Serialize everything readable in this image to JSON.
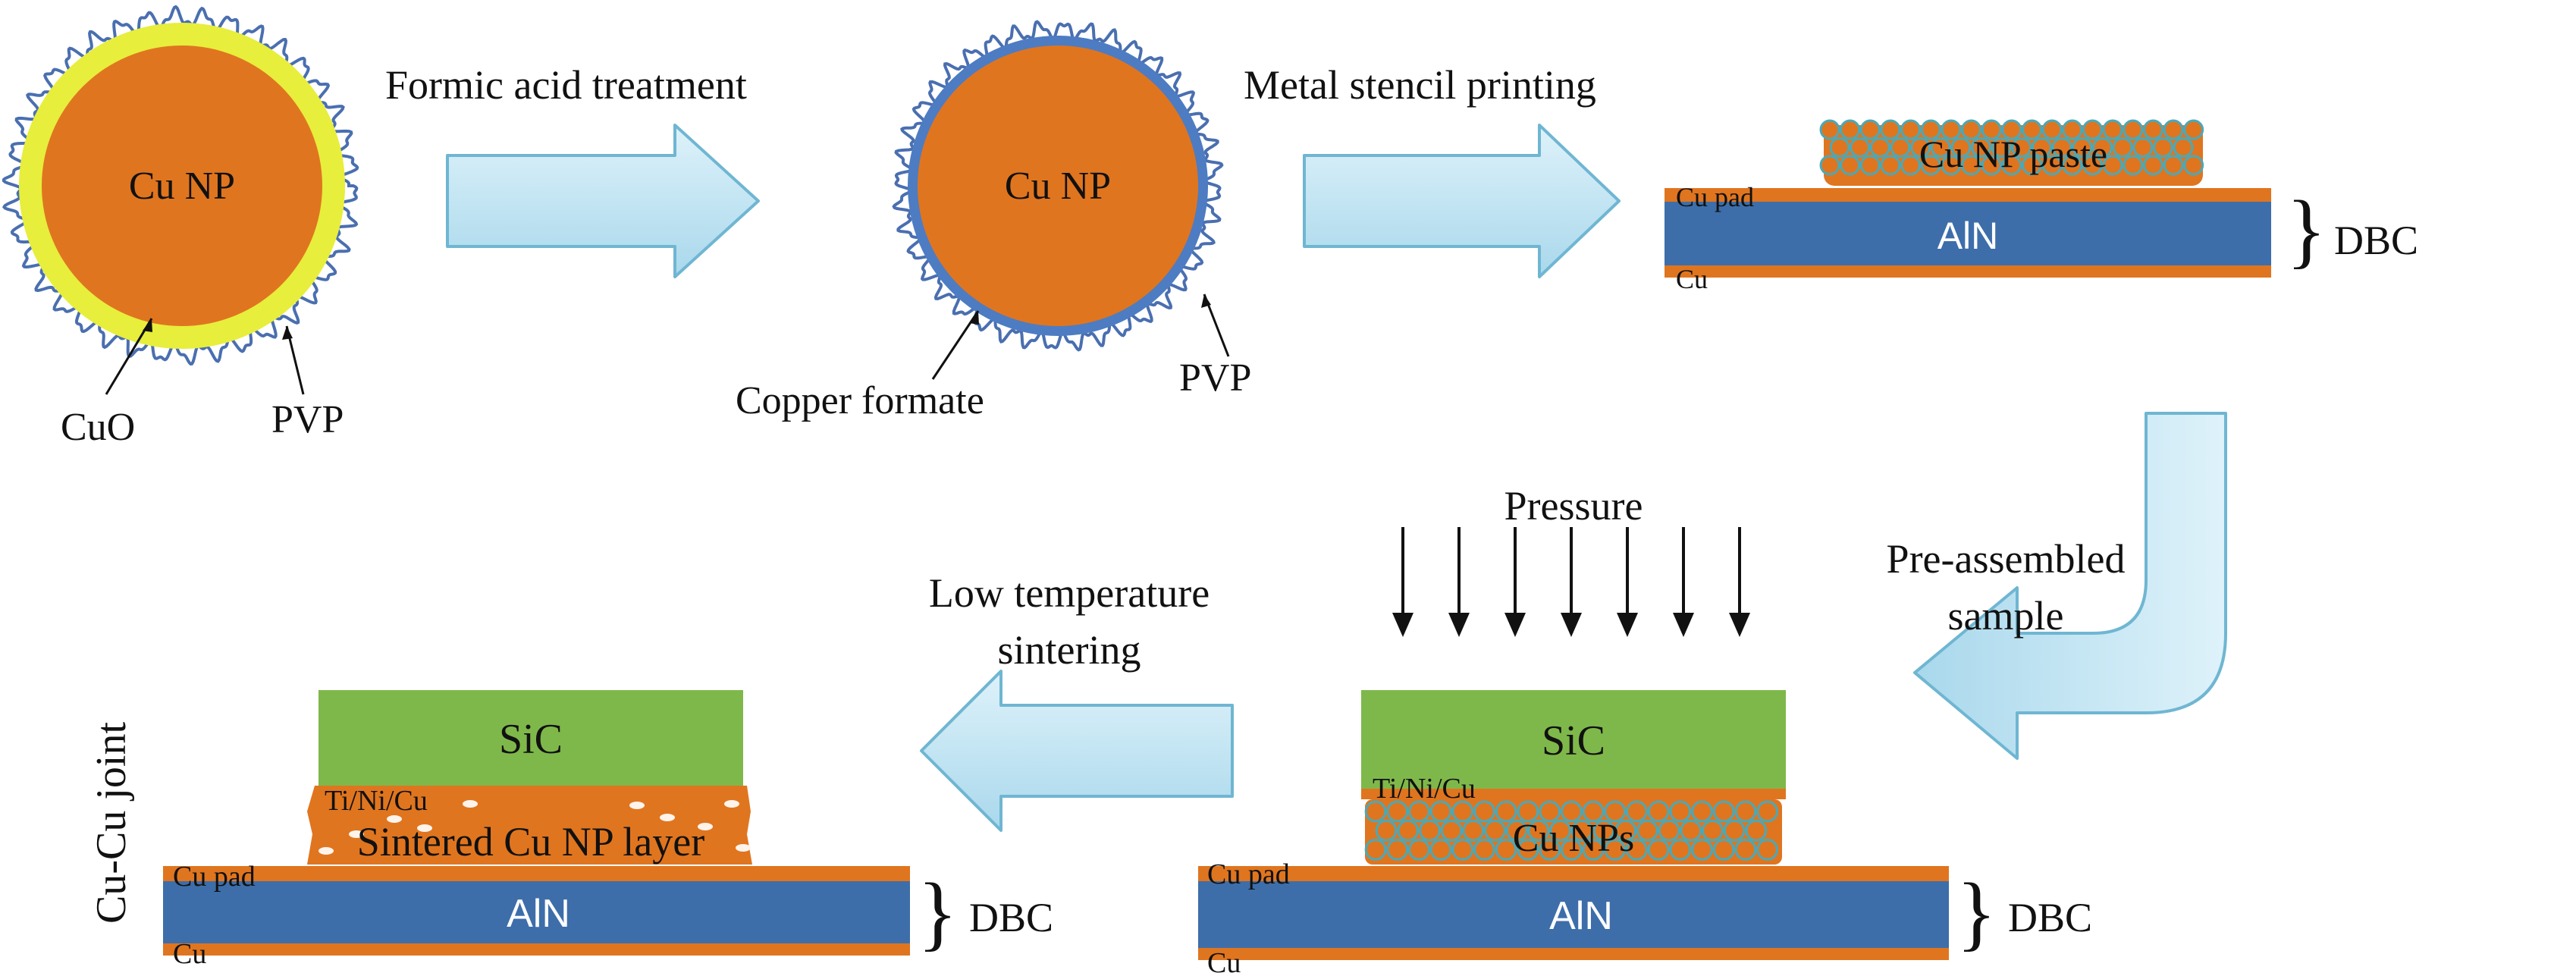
{
  "labels": {
    "cu_np_1": "Cu NP",
    "cuo": "CuO",
    "pvp_1": "PVP",
    "formic_acid": "Formic acid treatment",
    "cu_np_2": "Cu NP",
    "copper_formate": "Copper formate",
    "pvp_2": "PVP",
    "metal_stencil": "Metal stencil printing",
    "cu_np_paste": "Cu NP paste",
    "cu_pad_1": "Cu pad",
    "aln_1": "AlN",
    "cu_1": "Cu",
    "dbc_1": "DBC",
    "pre_assembled_1": "Pre-assembled",
    "pre_assembled_2": "sample",
    "pressure": "Pressure",
    "sic_2": "SiC",
    "tinicu_2": "Ti/Ni/Cu",
    "cu_nps": "Cu NPs",
    "cu_pad_2": "Cu pad",
    "aln_2": "AlN",
    "cu_2": "Cu",
    "dbc_2": "DBC",
    "low_temp_1": "Low temperature",
    "low_temp_2": "sintering",
    "sic_3": "SiC",
    "tinicu_3": "Ti/Ni/Cu",
    "sintered_layer": "Sintered Cu NP layer",
    "cu_pad_3": "Cu pad",
    "aln_3": "AlN",
    "cu_3": "Cu",
    "dbc_3": "DBC",
    "cu_cu_joint": "Cu-Cu joint"
  },
  "colors": {
    "copper": "#e0751f",
    "cuo_shell": "#e7ee3c",
    "pvp": "#4a6fb0",
    "formate": "#4d7cc3",
    "aln": "#3d6eaa",
    "sic": "#7fb84a",
    "arrow_fill": "#bfe3f2",
    "arrow_stroke": "#6fb6d2",
    "paste_particle_edge": "#4aa9b8"
  },
  "icons": {
    "process_arrow": "right-arrow-icon",
    "return_arrow": "curved-arrow-icon",
    "pressure_arrow": "down-arrow-icon",
    "dbc_brace": "right-brace-icon"
  }
}
